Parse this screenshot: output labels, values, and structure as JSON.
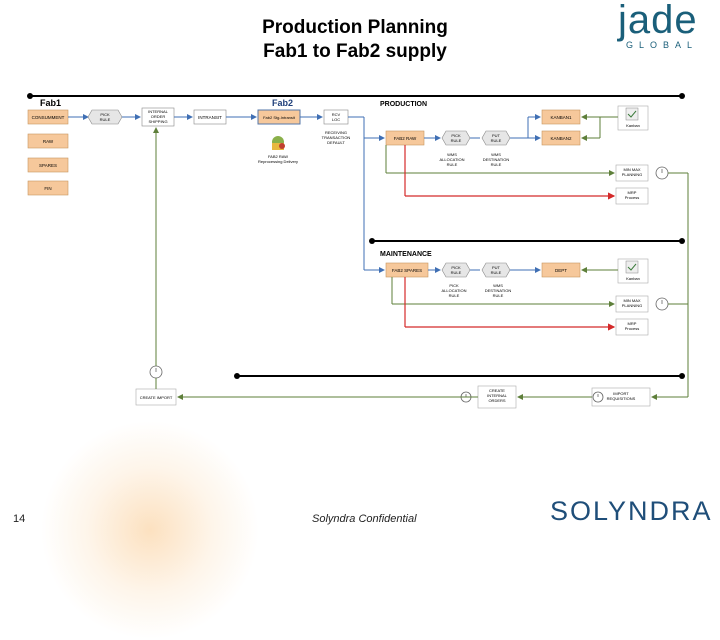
{
  "header": {
    "title_line1": "Production Planning",
    "title_line2": "Fab1 to Fab2 supply"
  },
  "jade_logo": {
    "main": "jade",
    "sub": "GLOBAL"
  },
  "footer": {
    "page_number": "14",
    "confidential": "Solyndra Confidential",
    "company_logo": "SOLYNDRA"
  },
  "colors": {
    "accent_blue": "#3f6fb4",
    "accent_green": "#5e7f3a",
    "accent_red": "#d42a2a",
    "box_orange": "#f6c89b",
    "brand_teal": "#1a5f7a",
    "brand_navy": "#1f4e79"
  },
  "diagram": {
    "fab1_label": "Fab1",
    "fab2_label": "Fab2",
    "production_label": "PRODUCTION",
    "maintenance_label": "MAINTENANCE",
    "fab1_boxes": [
      "CONSUMMENT",
      "RAW",
      "SPARES",
      "FIN"
    ],
    "pick_rule": "PICK\nRULE",
    "internal_order_shipping": "INTERNAL\nORDER\nSHIPPING",
    "intransit": "INTRANSIT",
    "fab2_staging": "Fab2 Stg-Intransit",
    "rcv_loc": "RCV\nLOC",
    "receiving_txn": "RECEIVING\nTRANSACTION\nDEFAULT",
    "fab2_raw": "FAB2 RAW",
    "prod_pick_rule": "PICK\nRULE",
    "prod_put_rule": "PUT\nRULE",
    "wms_allocation_rule": "WMS\nALLOCATION\nRULE",
    "wms_destination_rule": "WMS\nDESTINATION\nRULE",
    "kanban1": "KANBAN1",
    "kanban2": "KANBAN2",
    "kanban_side": "Kanban",
    "minmax_planning": "MIN MAX\nPLANNING",
    "mrp_process": "MRP\nProcess",
    "hard_rev_caption": "FAB2 RAW\nReprocessing Delivery",
    "maint_spares": "FAB2 SPARES",
    "maint_pick_rule": "PICK\nRULE",
    "maint_put_rule": "PUT\nRULE",
    "maint_pick_alloc": "PICK\nALLOCATION\nRULE",
    "maint_wms_dest": "WMS\nDESTINATION\nRULE",
    "maint_dept": "DEPT",
    "maint_kanban": "Kanban",
    "maint_minmax": "MIN MAX\nPLANNING",
    "maint_mrp": "MRP\nProcess",
    "create_import": "CREATE IMPORT",
    "create_internal_orders": "CREATE\nINTERNAL\nORDERS",
    "import_requisitions": "IMPORT\nREQUISITIONS"
  }
}
